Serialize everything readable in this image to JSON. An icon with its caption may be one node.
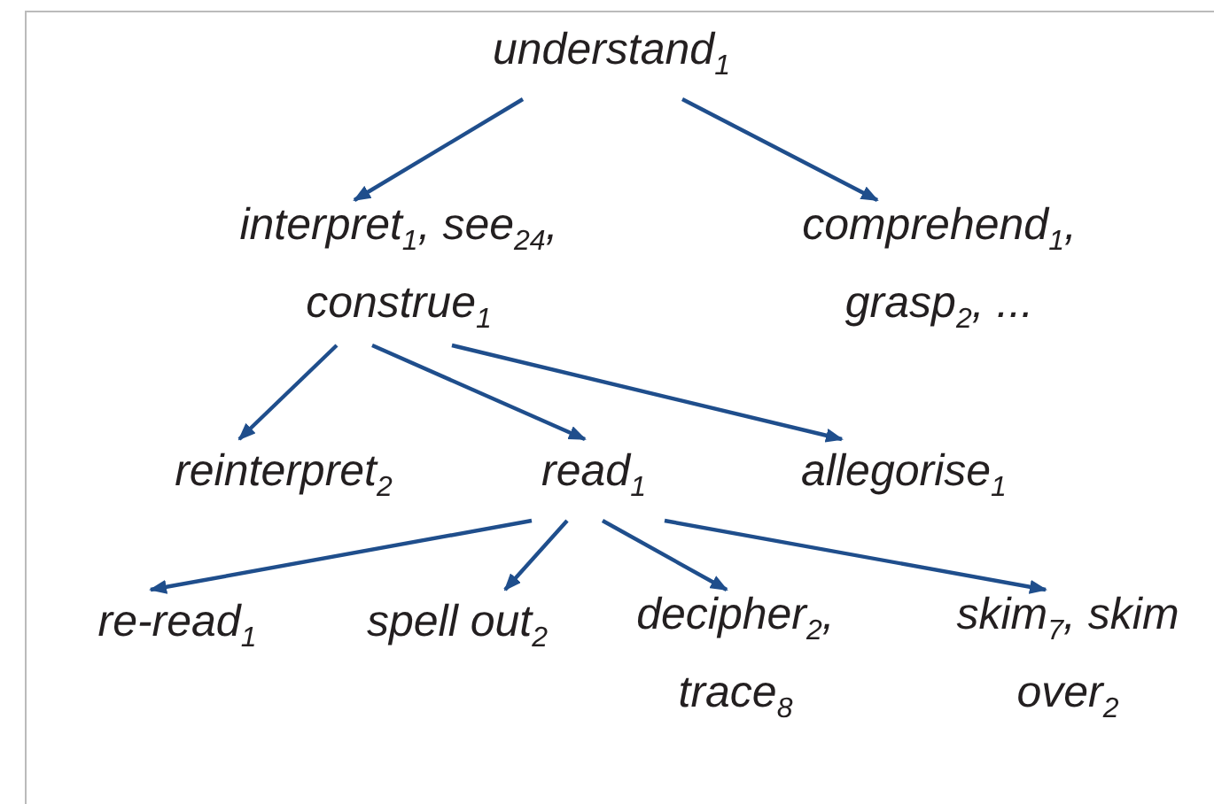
{
  "diagram": {
    "nodes": [
      {
        "text": [
          "understand$_{1}$"
        ]
      },
      {
        "text": [
          "interpret$_{1}$, see$_{24}$, construe$_{1}$"
        ]
      },
      {
        "text": [
          "comprehend$_{1}$, grasp$_{2}$, ..."
        ]
      },
      {
        "text": [
          "reinterpret$_{2}$"
        ]
      },
      {
        "text": [
          "read$_{1}$"
        ]
      },
      {
        "text": [
          "allegorise$_{1}$"
        ]
      },
      {
        "text": [
          "re-read$_{1}$"
        ]
      },
      {
        "text": [
          "spell out$_{2}$"
        ]
      },
      {
        "text": [
          "decipher$_{2}$, trace$_{8}$"
        ]
      },
      {
        "text": [
          "skim$_{7}$, skim over$_{2}$"
        ]
      }
    ],
    "edges": [
      {
        "from": 0,
        "to": 1,
        "arrow": "to"
      },
      {
        "from": 0,
        "to": 2,
        "arrow": "to"
      },
      {
        "from": 1,
        "to": 3,
        "arrow": "to"
      },
      {
        "from": 1,
        "to": 4,
        "arrow": "to"
      },
      {
        "from": 1,
        "to": 5,
        "arrow": "to"
      },
      {
        "from": 4,
        "to": 6,
        "arrow": "to"
      },
      {
        "from": 4,
        "to": 7,
        "arrow": "to"
      },
      {
        "from": 4,
        "to": 8,
        "arrow": "to"
      },
      {
        "from": 4,
        "to": 9,
        "arrow": "to"
      }
    ]
  }
}
